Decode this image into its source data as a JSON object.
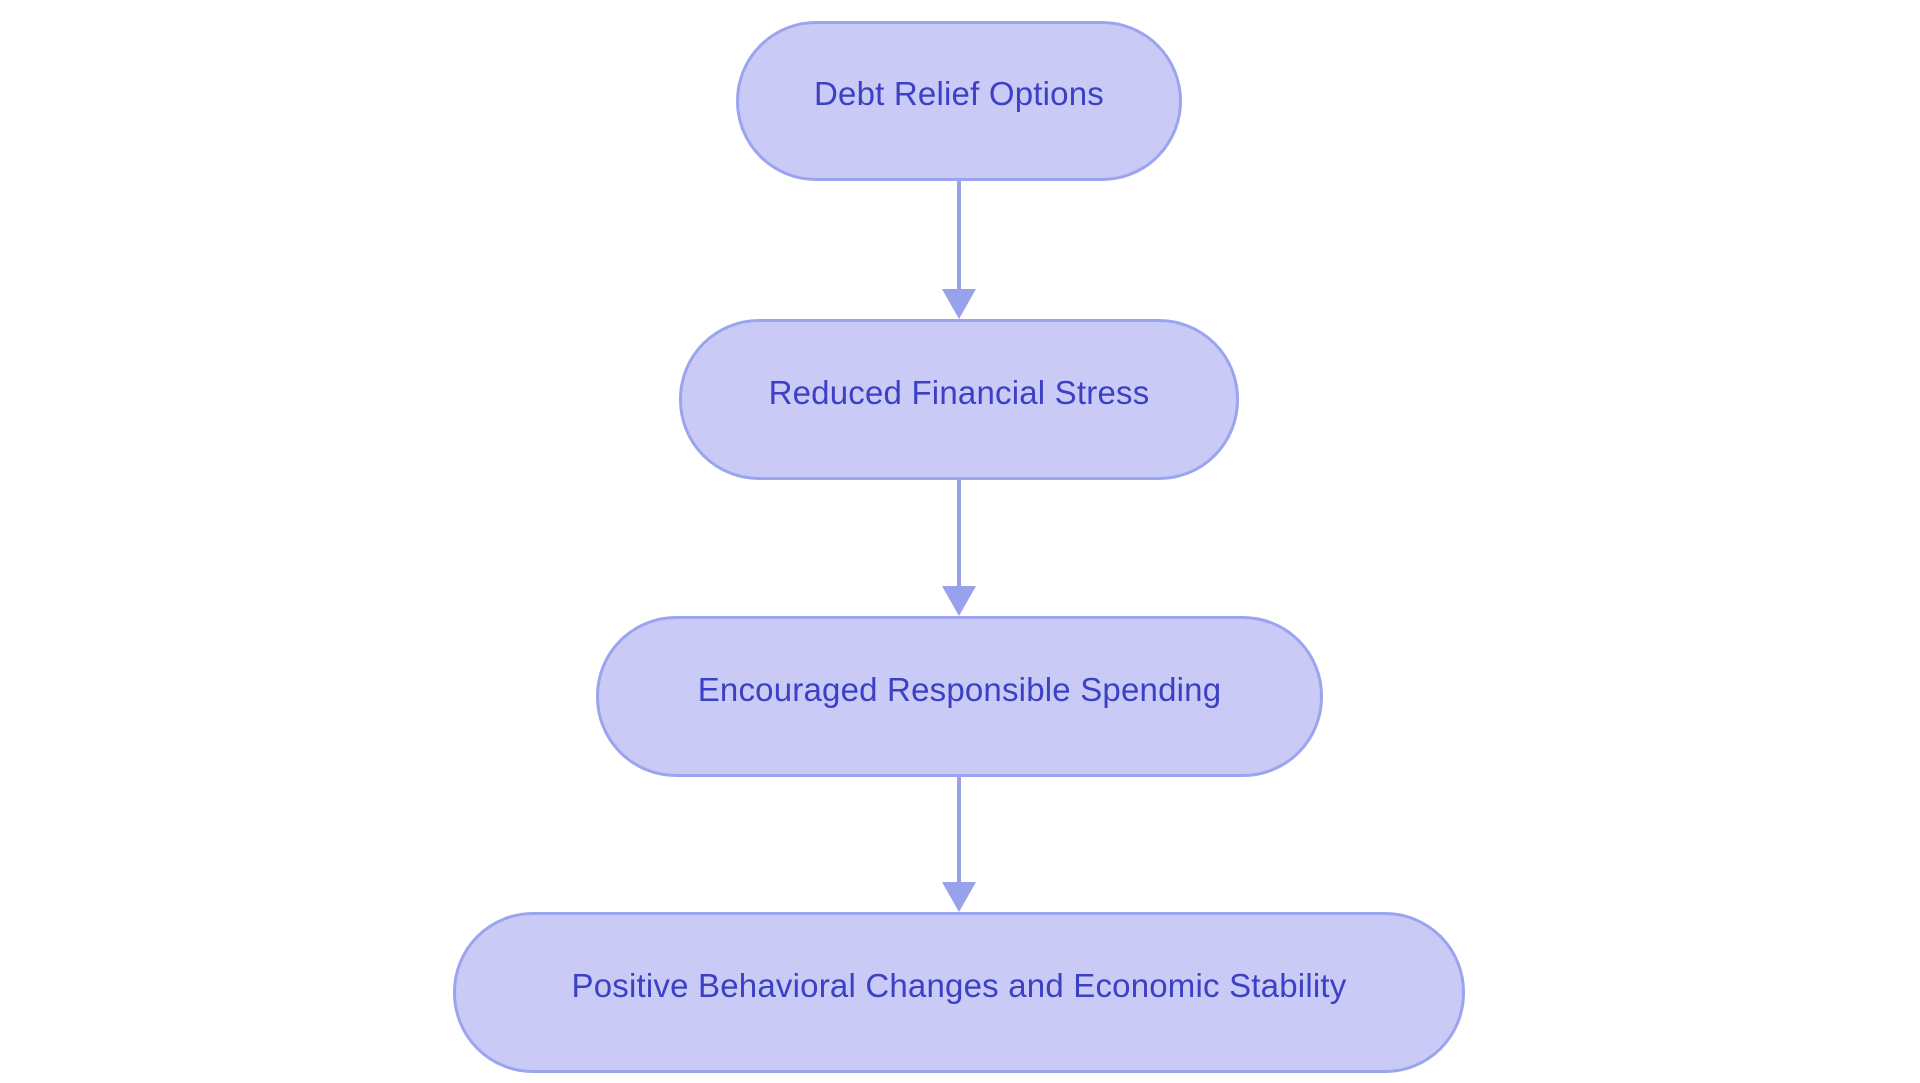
{
  "diagram": {
    "type": "flowchart",
    "direction": "top-down",
    "nodes": [
      {
        "id": "n1",
        "shape": "stadium",
        "label": "Debt Relief Options"
      },
      {
        "id": "n2",
        "shape": "stadium",
        "label": "Reduced Financial Stress"
      },
      {
        "id": "n3",
        "shape": "stadium",
        "label": "Encouraged Responsible Spending"
      },
      {
        "id": "n4",
        "shape": "stadium",
        "label": "Positive Behavioral Changes and Economic Stability"
      }
    ],
    "edges": [
      {
        "from": "n1",
        "to": "n2",
        "style": "arrow"
      },
      {
        "from": "n2",
        "to": "n3",
        "style": "arrow"
      },
      {
        "from": "n3",
        "to": "n4",
        "style": "arrow"
      }
    ]
  },
  "colors": {
    "node_fill": "#c9cbf6",
    "node_border": "#9ba4ee",
    "node_text": "#3b40c4",
    "arrow": "#97a1ec",
    "background": "#ffffff"
  }
}
